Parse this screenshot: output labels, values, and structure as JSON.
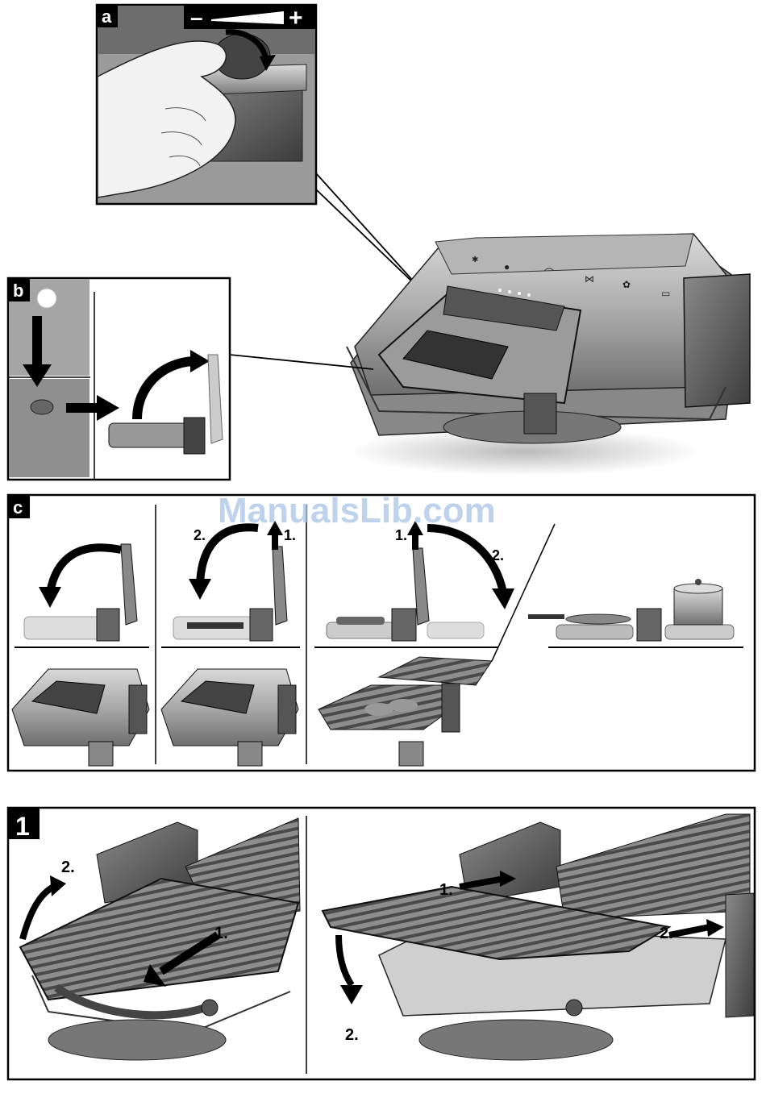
{
  "watermark": "ManualsLib.com",
  "panel_a": {
    "label": "a",
    "minus": "–",
    "plus": "+"
  },
  "panel_b": {
    "label": "b"
  },
  "panel_c": {
    "label": "c",
    "step_1": "1.",
    "step_2": "2."
  },
  "panel_1": {
    "label": "1",
    "step_1": "1.",
    "step_2": "2."
  },
  "grill_icons": [
    "toast-icon",
    "steak-icon",
    "chicken-icon",
    "fish-icon",
    "vegetable-icon",
    "sausage-icon"
  ]
}
